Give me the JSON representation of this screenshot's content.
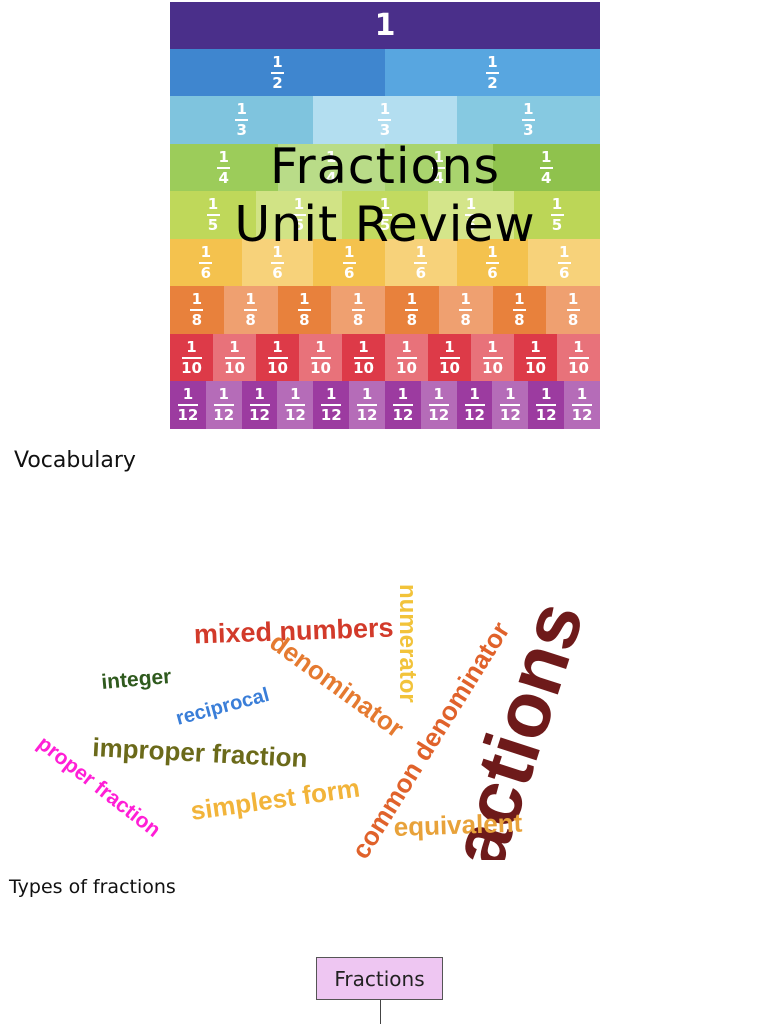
{
  "wall": {
    "title": "Fractions Unit Review",
    "rows": [
      {
        "denominator": "1",
        "count": 1,
        "colors": [
          "#4a2f8a"
        ]
      },
      {
        "denominator": "2",
        "count": 2,
        "colors": [
          "#3f86cf",
          "#58a6e0"
        ]
      },
      {
        "denominator": "3",
        "count": 3,
        "colors": [
          "#7fc4de",
          "#b3def0",
          "#86c9e1"
        ]
      },
      {
        "denominator": "4",
        "count": 4,
        "colors": [
          "#9ccc5a",
          "#b9dc88",
          "#a9d46e",
          "#8fc24d"
        ]
      },
      {
        "denominator": "5",
        "count": 5,
        "colors": [
          "#bfd85a",
          "#d1e385",
          "#c2da60",
          "#d4e58a",
          "#bcd657"
        ]
      },
      {
        "denominator": "6",
        "count": 6,
        "colors": [
          "#f4c24e",
          "#f7d27a",
          "#f4c24e",
          "#f7d27a",
          "#f4c24e",
          "#f7d27a"
        ]
      },
      {
        "denominator": "8",
        "count": 8,
        "colors": [
          "#e8813c",
          "#efa070",
          "#e8813c",
          "#efa070",
          "#e8813c",
          "#efa070",
          "#e8813c",
          "#efa070"
        ]
      },
      {
        "denominator": "10",
        "count": 10,
        "colors": [
          "#dd3a48",
          "#e8727a",
          "#dd3a48",
          "#e8727a",
          "#dd3a48",
          "#e8727a",
          "#dd3a48",
          "#e8727a",
          "#dd3a48",
          "#e8727a"
        ]
      },
      {
        "denominator": "12",
        "count": 12,
        "colors": [
          "#9c3ba0",
          "#b56cb8",
          "#9c3ba0",
          "#b56cb8",
          "#9c3ba0",
          "#b56cb8",
          "#9c3ba0",
          "#b56cb8",
          "#9c3ba0",
          "#b56cb8",
          "#9c3ba0",
          "#b56cb8"
        ]
      }
    ],
    "numerator": "1",
    "whole_label": "1"
  },
  "vocabulary": {
    "heading": "Vocabulary",
    "words": [
      {
        "text": "Fractions",
        "color": "#6e1a1a"
      },
      {
        "text": "mixed numbers",
        "color": "#d23a2a"
      },
      {
        "text": "numerator",
        "color": "#f2c33a"
      },
      {
        "text": "denominator",
        "color": "#e57a30"
      },
      {
        "text": "common denominator",
        "color": "#e0622b"
      },
      {
        "text": "integer",
        "color": "#2f5a1e"
      },
      {
        "text": "reciprocal",
        "color": "#3a7ed8"
      },
      {
        "text": "improper fraction",
        "color": "#6b6a1a"
      },
      {
        "text": "proper fraction",
        "color": "#ff1fd6"
      },
      {
        "text": "simplest form",
        "color": "#f2b43a"
      },
      {
        "text": "equivalent",
        "color": "#e8a23a"
      }
    ]
  },
  "types": {
    "heading": "Types of fractions",
    "root_label": "Fractions",
    "root_fill": "#eec6f2"
  }
}
